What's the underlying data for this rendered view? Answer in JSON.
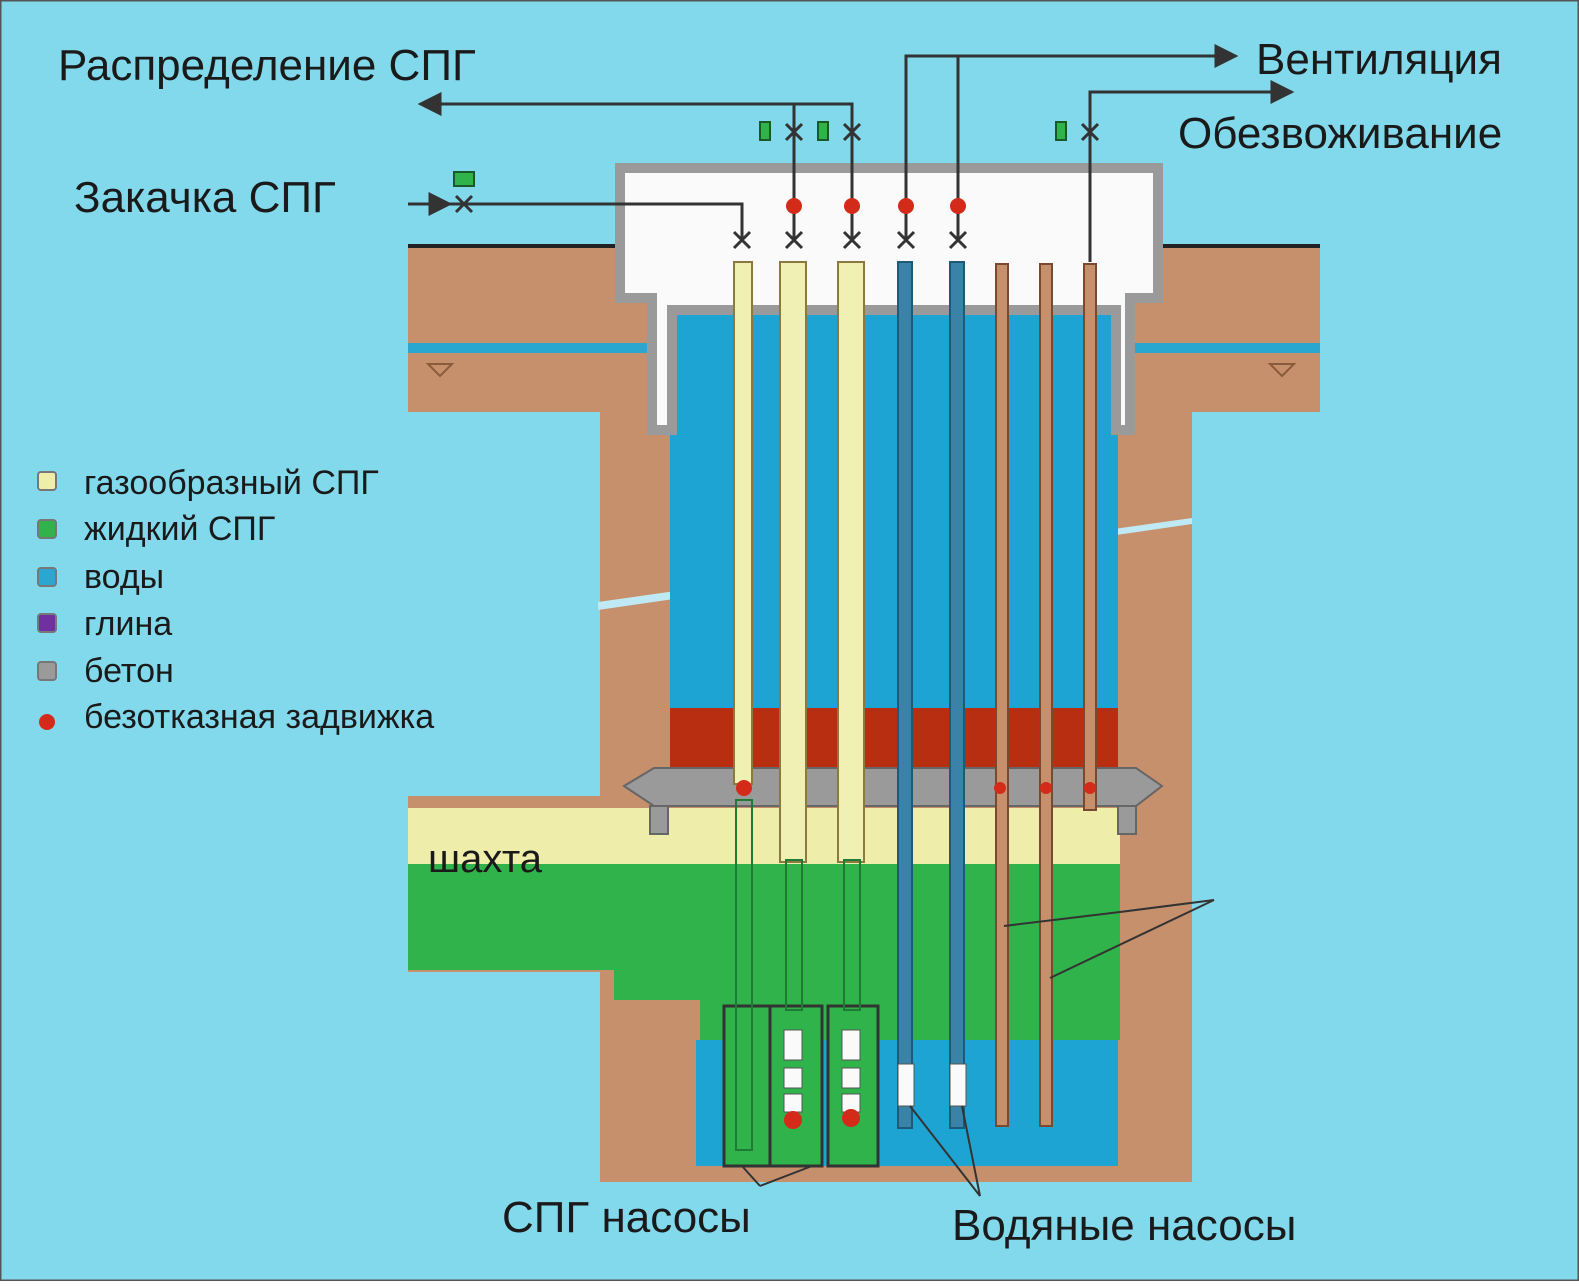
{
  "labels": {
    "distribution": "Распределение СПГ",
    "ventilation": "Вентиляция",
    "dewatering": "Обезвоживание",
    "injection": "Закачка СПГ",
    "shaft": "шахта",
    "lng_pumps": "СПГ насосы",
    "water_pumps": "Водяные насосы"
  },
  "legend": [
    {
      "label": "газообразный СПГ",
      "color": "#eeeeaa"
    },
    {
      "label": "жидкий СПГ",
      "color": "#2fb34a"
    },
    {
      "label": "воды",
      "color": "#2aa7d1"
    },
    {
      "label": "глина",
      "color": "#7030a0"
    },
    {
      "label": "бетон",
      "color": "#9a9a9a"
    },
    {
      "label": "безотказная задвижка",
      "color": "#d42a1a"
    }
  ],
  "colors": {
    "background": "#82d9ec",
    "earth": "#c6906d",
    "water": "#1ea4d2",
    "lng_liquid": "#2fb34a",
    "lng_gas": "#eeeeaa",
    "clay_layer": "#b82e10",
    "concrete": "#9a9a9a",
    "valve": "#d42a1a"
  }
}
